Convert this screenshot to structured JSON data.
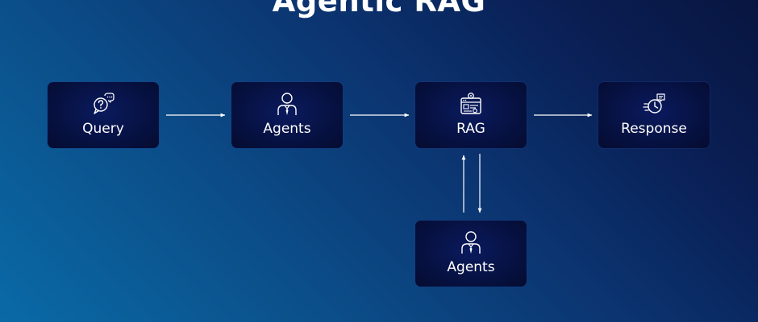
{
  "title": "Agentic RAG",
  "nodes": [
    {
      "label": "Query",
      "icon": "question-chat-icon"
    },
    {
      "label": "Agents",
      "icon": "agent-person-icon"
    },
    {
      "label": "RAG",
      "icon": "rag-database-icon"
    },
    {
      "label": "Response",
      "icon": "fast-response-icon"
    },
    {
      "label": "Agents",
      "icon": "agent-person-icon"
    }
  ],
  "colors": {
    "node_background": "#071244",
    "text": "#ffffff",
    "arrows": "#ffffff",
    "background_dark": "#08153f",
    "background_light": "#0a6aa6"
  }
}
